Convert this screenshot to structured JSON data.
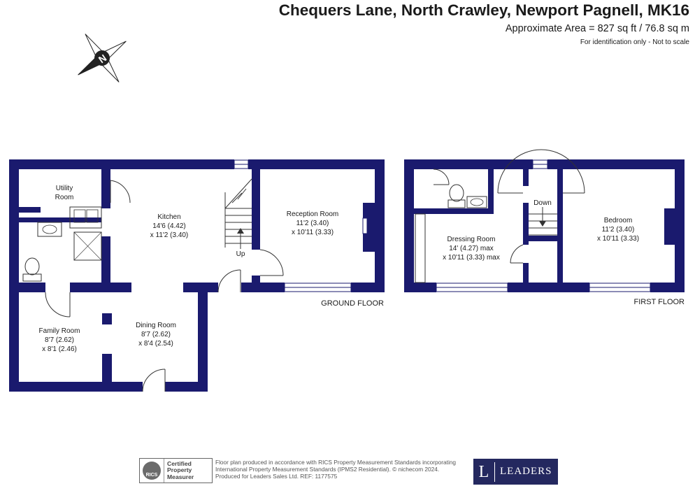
{
  "header": {
    "title": "Chequers Lane, North Crawley, Newport Pagnell, MK16",
    "area": "Approximate Area = 827 sq ft / 76.8 sq m",
    "note": "For identification only - Not to scale"
  },
  "compass": {
    "letter": "N"
  },
  "colors": {
    "wall": "#1a1a6e",
    "text": "#1a1a1a",
    "brand": "#24285f"
  },
  "ground_floor": {
    "label": "GROUND FLOOR",
    "stairs_label": "Up",
    "rooms": [
      {
        "name": "Utility",
        "name2": "Room",
        "dims": "",
        "dims2": ""
      },
      {
        "name": "Kitchen",
        "name2": "",
        "dims": "14'6 (4.42)",
        "dims2": "x 11'2 (3.40)"
      },
      {
        "name": "Reception Room",
        "name2": "",
        "dims": "11'2 (3.40)",
        "dims2": "x 10'11 (3.33)"
      },
      {
        "name": "Family Room",
        "name2": "",
        "dims": "8'7 (2.62)",
        "dims2": "x 8'1 (2.46)"
      },
      {
        "name": "Dining Room",
        "name2": "",
        "dims": "8'7 (2.62)",
        "dims2": "x 8'4 (2.54)"
      }
    ]
  },
  "first_floor": {
    "label": "FIRST FLOOR",
    "stairs_label": "Down",
    "rooms": [
      {
        "name": "Dressing Room",
        "name2": "",
        "dims": "14' (4.27) max",
        "dims2": "x 10'11 (3.33) max"
      },
      {
        "name": "Bedroom",
        "name2": "",
        "dims": "11'2 (3.40)",
        "dims2": "x 10'11 (3.33)"
      }
    ]
  },
  "footer": {
    "line1": "Floor plan produced in accordance with RICS Property Measurement Standards incorporating",
    "line2": "International Property Measurement Standards (IPMS2 Residential).  © nichecom 2024.",
    "line3": "Produced for Leaders Sales Ltd.   REF:  1177575",
    "rics_logo": "RICS",
    "rics_line1": "Certified",
    "rics_line2": "Property",
    "rics_line3": "Measurer",
    "brand_letter": "L",
    "brand_name": "LEADERS"
  }
}
